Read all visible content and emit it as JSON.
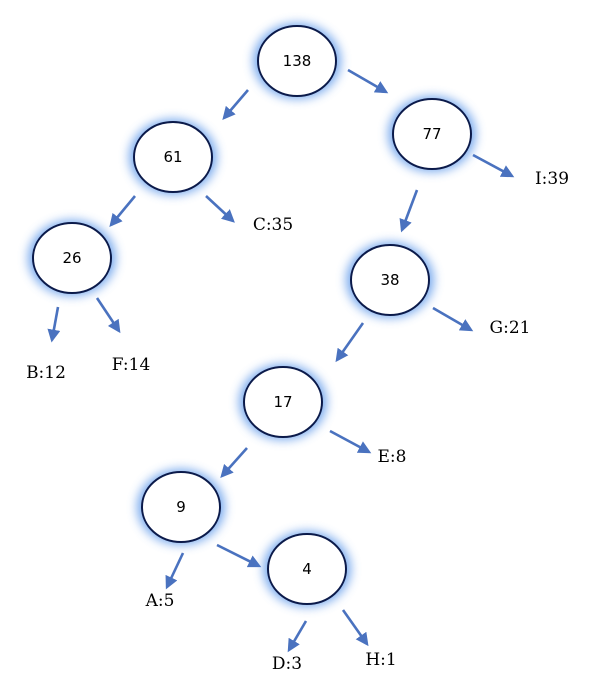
{
  "colors": {
    "edge": "#4a72bf",
    "node_stroke": "#0b1a4a",
    "glow": "#4f8fe8",
    "node_fill": "#ffffff"
  },
  "nodes": [
    {
      "id": "n138",
      "label": "138"
    },
    {
      "id": "n61",
      "label": "61"
    },
    {
      "id": "n77",
      "label": "77"
    },
    {
      "id": "n26",
      "label": "26"
    },
    {
      "id": "n38",
      "label": "38"
    },
    {
      "id": "n17",
      "label": "17"
    },
    {
      "id": "n9",
      "label": "9"
    },
    {
      "id": "n4",
      "label": "4"
    }
  ],
  "leaves": [
    {
      "id": "leaf-C",
      "label": "C:35"
    },
    {
      "id": "leaf-I",
      "label": "I:39"
    },
    {
      "id": "leaf-B",
      "label": "B:12"
    },
    {
      "id": "leaf-F",
      "label": "F:14"
    },
    {
      "id": "leaf-G",
      "label": "G:21"
    },
    {
      "id": "leaf-E",
      "label": "E:8"
    },
    {
      "id": "leaf-A",
      "label": "A:5"
    },
    {
      "id": "leaf-D",
      "label": "D:3"
    },
    {
      "id": "leaf-H",
      "label": "H:1"
    }
  ]
}
